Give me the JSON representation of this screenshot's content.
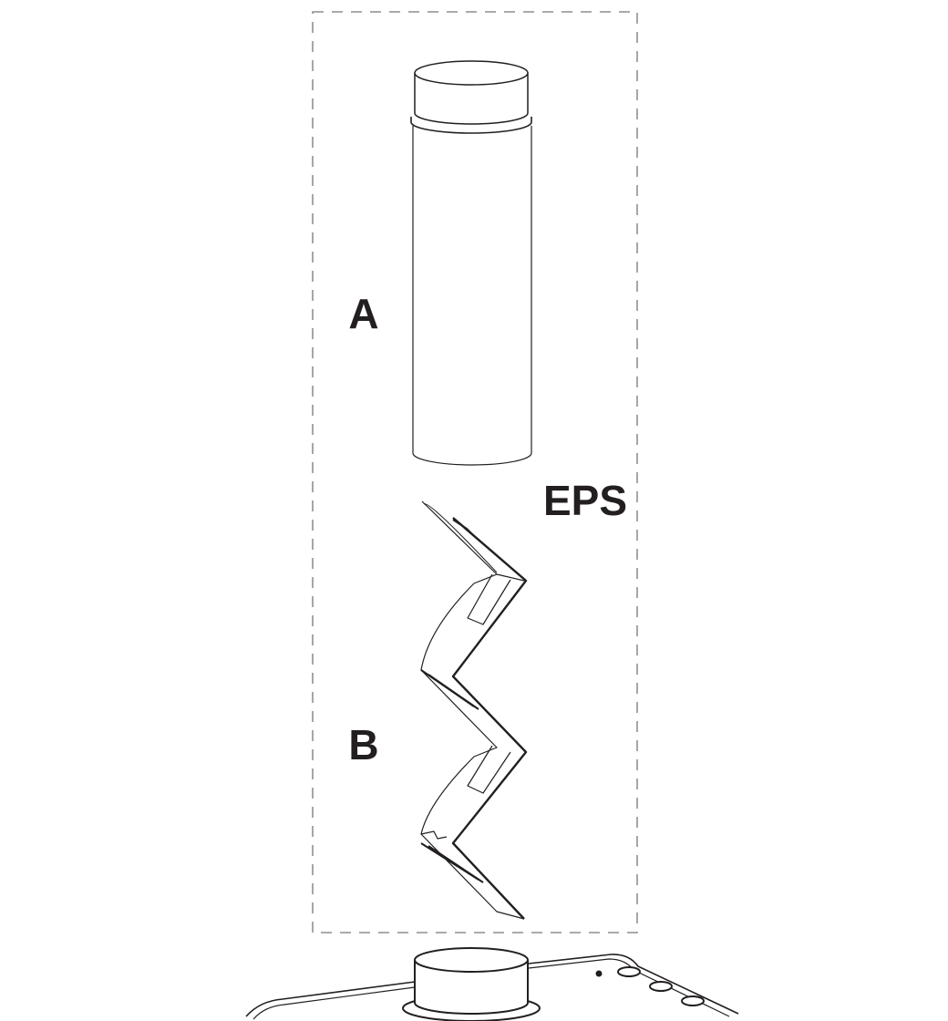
{
  "labels": {
    "part_a": "A",
    "part_b": "B",
    "material": "EPS"
  },
  "colors": {
    "line": "#231f20",
    "dash": "#777777"
  }
}
